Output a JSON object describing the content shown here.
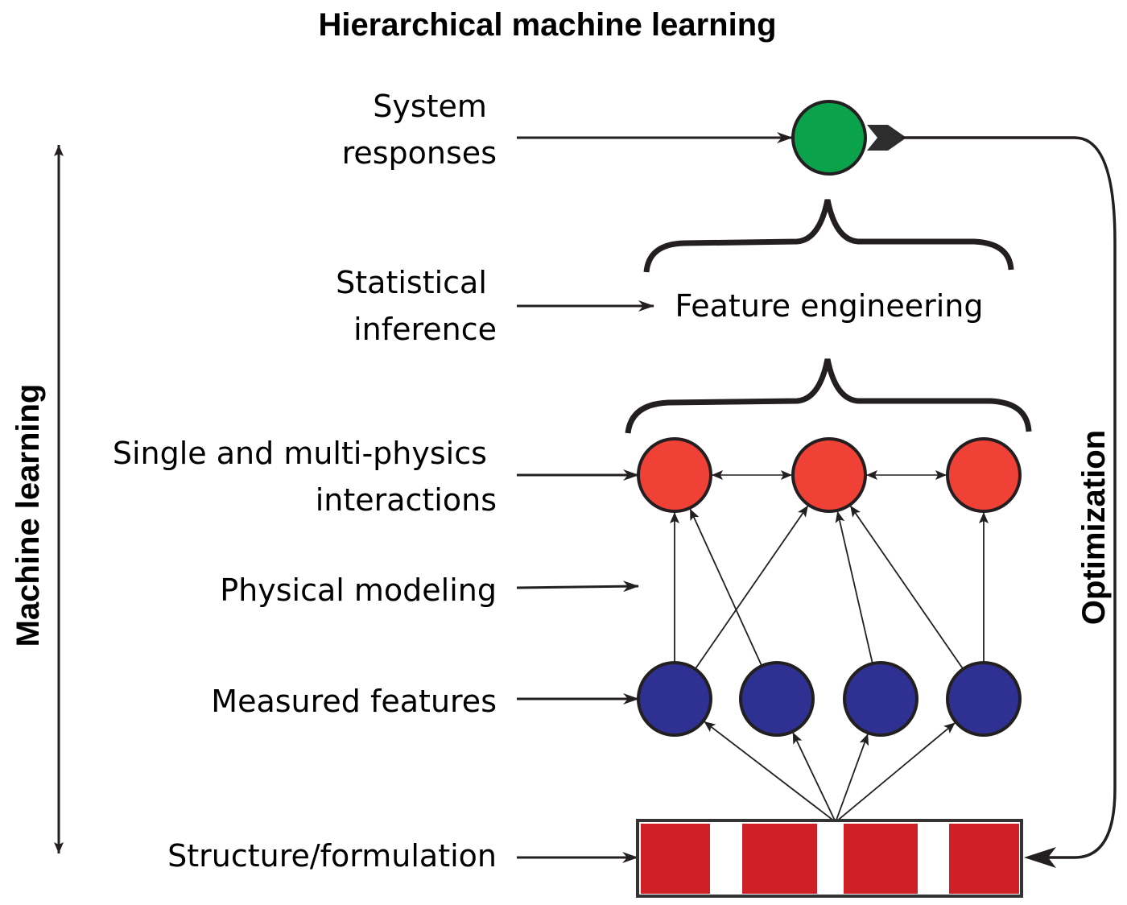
{
  "title": "Hierarchical machine learning",
  "side_labels": {
    "left": "Machine learning",
    "right": "Optimization"
  },
  "levels": [
    {
      "id": "system-responses",
      "lines": [
        "System",
        "responses"
      ]
    },
    {
      "id": "statistical-inference",
      "lines": [
        "Statistical",
        "inference"
      ]
    },
    {
      "id": "interactions",
      "lines": [
        "Single and multi-physics",
        "interactions"
      ]
    },
    {
      "id": "physical-modeling",
      "lines": [
        "Physical modeling"
      ]
    },
    {
      "id": "measured-features",
      "lines": [
        "Measured features"
      ]
    },
    {
      "id": "structure-formulation",
      "lines": [
        "Structure/formulation"
      ]
    }
  ],
  "feature_engineering_label": "Feature engineering",
  "nodes": {
    "response_count": 1,
    "interaction_count": 3,
    "feature_count": 4
  },
  "edges_features_to_interactions": [
    [
      0,
      0
    ],
    [
      0,
      1
    ],
    [
      1,
      0
    ],
    [
      2,
      1
    ],
    [
      3,
      1
    ],
    [
      3,
      2
    ]
  ],
  "colors": {
    "response": "#0aa24a",
    "interaction": "#ef4136",
    "feature": "#2e3192",
    "structure": "#cf2027",
    "stroke": "#231f20"
  }
}
